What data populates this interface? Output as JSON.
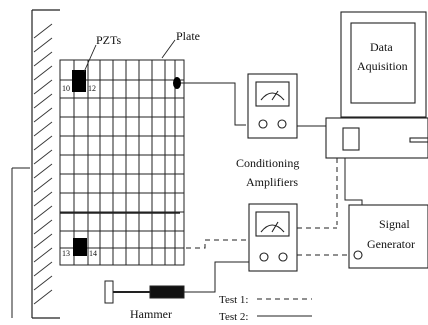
{
  "labels": {
    "pzts": "PZTs",
    "plate": "Plate",
    "pzt_10": "10",
    "pzt_12": "12",
    "pzt_13": "13",
    "pzt_14": "14",
    "conditioning_line1": "Conditioning",
    "conditioning_line2": "Amplifiers",
    "data_line1": "Data",
    "data_line2": "Aquisition",
    "signal_line1": "Signal",
    "signal_line2": "Generator",
    "hammer": "Hammer",
    "test1": "Test 1:",
    "test2": "Test 2:"
  }
}
